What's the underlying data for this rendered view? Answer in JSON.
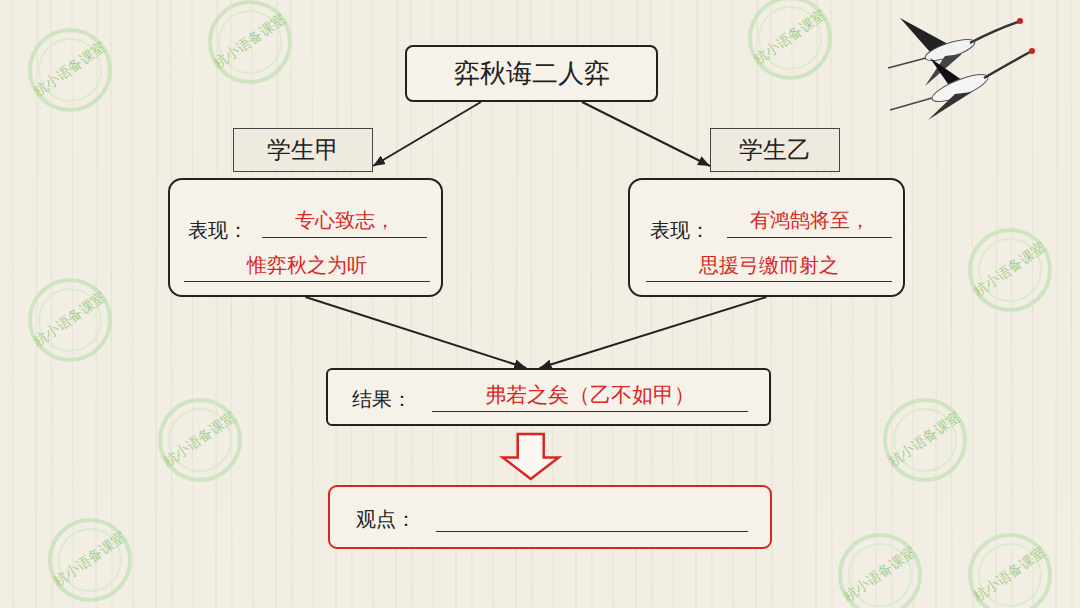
{
  "diagram": {
    "nodes": [
      {
        "text": [
          "弈秋诲二人弈"
        ]
      },
      {
        "text": [
          "学生甲"
        ]
      },
      {
        "text": [
          "表现：",
          "专心致志，",
          "惟弈秋之为听"
        ]
      },
      {
        "text": [
          "学生乙"
        ]
      },
      {
        "text": [
          "表现：",
          "有鸿鹄将至，",
          "思援弓缴而射之"
        ]
      },
      {
        "text": [
          "结果：",
          "弗若之矣（乙不如甲）"
        ]
      },
      {
        "text": [
          "观点："
        ]
      }
    ],
    "edges": [
      {
        "from": 0,
        "to": 1,
        "arrow": "to"
      },
      {
        "from": 0,
        "to": 3,
        "arrow": "to"
      },
      {
        "from": 2,
        "to": 5,
        "arrow": "to"
      },
      {
        "from": 4,
        "to": 5,
        "arrow": "to"
      },
      {
        "from": 5,
        "to": 6,
        "arrow": "to"
      }
    ],
    "labels": [
      "杭小语备课室",
      "杭小语备课室",
      "杭小语备课室",
      "杭小语备课室",
      "杭小语备课室",
      "杭小语备课室",
      "杭小语备课室",
      "杭小语备课室",
      "杭小语备课室",
      "杭小语备课室"
    ]
  }
}
